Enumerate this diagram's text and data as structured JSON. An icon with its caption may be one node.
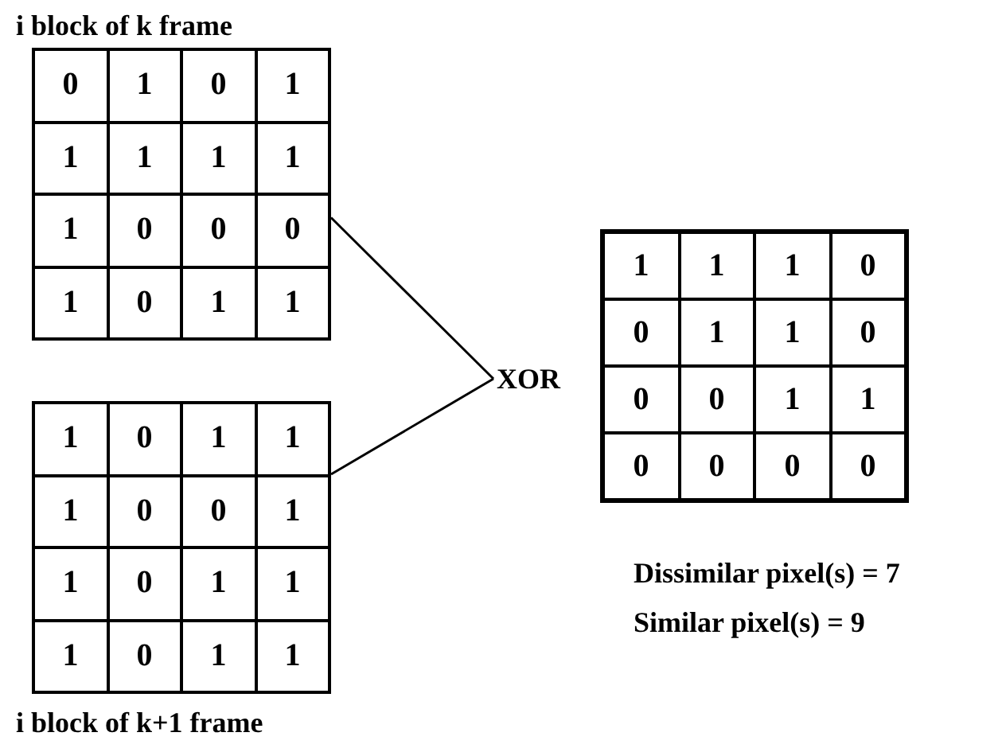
{
  "diagram": {
    "nodes": [
      {
        "text": [
          "i block of k frame"
        ]
      },
      {
        "text": [
          "0"
        ],
        "in": 0
      },
      {
        "text": [
          "1"
        ],
        "in": 0
      },
      {
        "text": [
          "0"
        ],
        "in": 0
      },
      {
        "text": [
          "1"
        ],
        "in": 0
      },
      {
        "text": [
          "1"
        ],
        "in": 0
      },
      {
        "text": [
          "1"
        ],
        "in": 0
      },
      {
        "text": [
          "1"
        ],
        "in": 0
      },
      {
        "text": [
          "1"
        ],
        "in": 0
      },
      {
        "text": [
          "1"
        ],
        "in": 0
      },
      {
        "text": [
          "0"
        ],
        "in": 0
      },
      {
        "text": [
          "0"
        ],
        "in": 0
      },
      {
        "text": [
          "0"
        ],
        "in": 0
      },
      {
        "text": [
          "1"
        ],
        "in": 0
      },
      {
        "text": [
          "0"
        ],
        "in": 0
      },
      {
        "text": [
          "1"
        ],
        "in": 0
      },
      {
        "text": [
          "1"
        ],
        "in": 0
      },
      {
        "text": [
          "i block of k+1 frame"
        ]
      },
      {
        "text": [
          "1"
        ],
        "in": 17
      },
      {
        "text": [
          "0"
        ],
        "in": 17
      },
      {
        "text": [
          "1"
        ],
        "in": 17
      },
      {
        "text": [
          "1"
        ],
        "in": 17
      },
      {
        "text": [
          "1"
        ],
        "in": 17
      },
      {
        "text": [
          "0"
        ],
        "in": 17
      },
      {
        "text": [
          "0"
        ],
        "in": 17
      },
      {
        "text": [
          "1"
        ],
        "in": 17
      },
      {
        "text": [
          "1"
        ],
        "in": 17
      },
      {
        "text": [
          "0"
        ],
        "in": 17
      },
      {
        "text": [
          "1"
        ],
        "in": 17
      },
      {
        "text": [
          "1"
        ],
        "in": 17
      },
      {
        "text": [
          "1"
        ],
        "in": 17
      },
      {
        "text": [
          "0"
        ],
        "in": 17
      },
      {
        "text": [
          "1"
        ],
        "in": 17
      },
      {
        "text": [
          "1"
        ],
        "in": 17
      },
      {
        "text": [
          "XOR"
        ]
      },
      {
        "text": [],
        "shape": "box"
      },
      {
        "text": [
          "1"
        ],
        "in": 35
      },
      {
        "text": [
          "1"
        ],
        "in": 35
      },
      {
        "text": [
          "1"
        ],
        "in": 35
      },
      {
        "text": [
          "0"
        ],
        "in": 35
      },
      {
        "text": [
          "0"
        ],
        "in": 35
      },
      {
        "text": [
          "1"
        ],
        "in": 35
      },
      {
        "text": [
          "1"
        ],
        "in": 35
      },
      {
        "text": [
          "0"
        ],
        "in": 35
      },
      {
        "text": [
          "0"
        ],
        "in": 35
      },
      {
        "text": [
          "0"
        ],
        "in": 35
      },
      {
        "text": [
          "1"
        ],
        "in": 35
      },
      {
        "text": [
          "1"
        ],
        "in": 35
      },
      {
        "text": [
          "0"
        ],
        "in": 35
      },
      {
        "text": [
          "0"
        ],
        "in": 35
      },
      {
        "text": [
          "0"
        ],
        "in": 35
      },
      {
        "text": [
          "0"
        ],
        "in": 35
      }
    ],
    "edges": [
      {
        "from": 0,
        "to": 34,
        "arrow": "none"
      },
      {
        "from": 17,
        "to": 34,
        "arrow": "none"
      }
    ],
    "labels": [
      "Dissimilar pixel(s) = 7",
      "Similar pixel(s) = 9"
    ]
  }
}
